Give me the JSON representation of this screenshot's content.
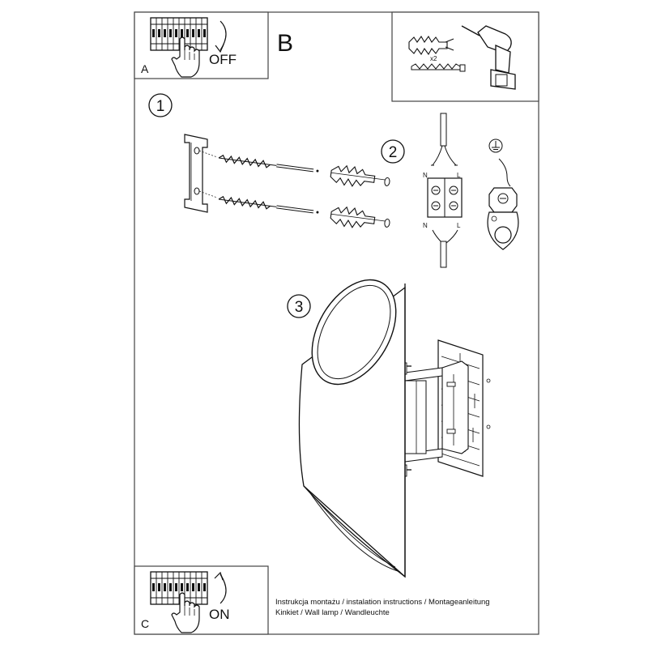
{
  "panel_a": {
    "letter": "A",
    "action": "OFF"
  },
  "panel_b": {
    "letter": "B",
    "quantity": "x2"
  },
  "panel_c": {
    "letter": "C",
    "action": "ON"
  },
  "steps": {
    "one": "1",
    "two": "2",
    "three": "3"
  },
  "wiring": {
    "neutral": "N",
    "live": "L"
  },
  "caption": {
    "line1": "Instrukcja montażu / instalation instructions / Montageanleitung",
    "line2": "Kinkiet / Wall lamp / Wandleuchte"
  }
}
